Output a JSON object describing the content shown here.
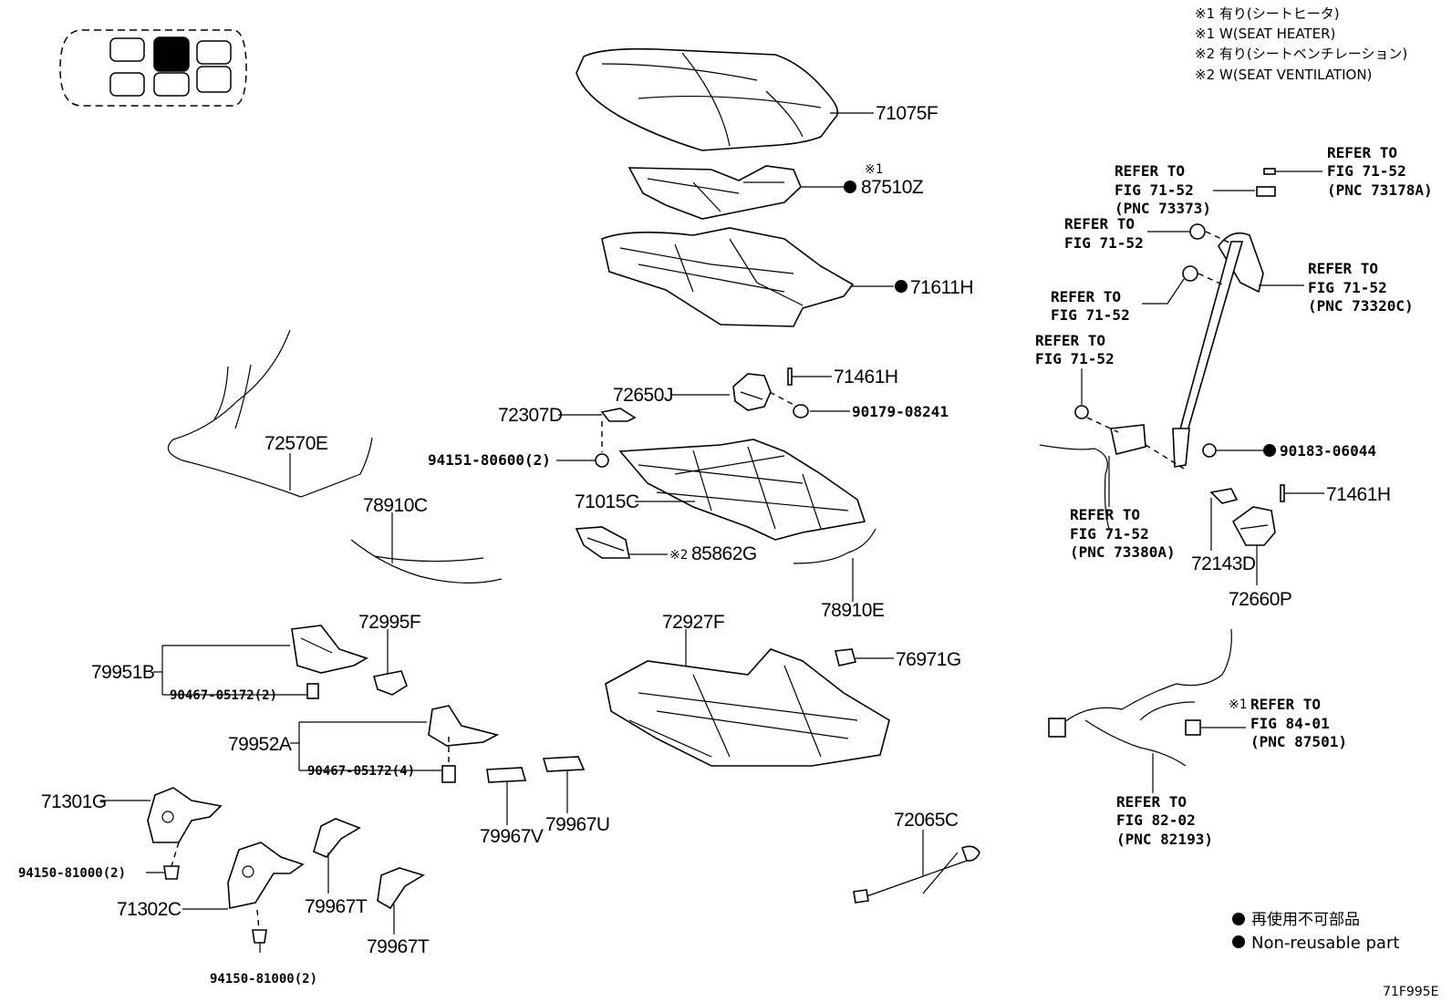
{
  "notes": [
    "※1 有り(シートヒータ)",
    "※1 W(SEAT HEATER)",
    "※2 有り(シートベンチレーション)",
    "※2 W(SEAT VENTILATION)"
  ],
  "legend": {
    "ja": "再使用不可部品",
    "en": "Non-reusable part"
  },
  "figure_code": "71F995E",
  "labels": {
    "p71075F": "71075F",
    "note1_87510Z": "※1",
    "p87510Z": "87510Z",
    "p71611H": "71611H",
    "p71461H_a": "71461H",
    "p90179": "90179-08241",
    "p72650J": "72650J",
    "p72307D": "72307D",
    "p94151": "94151-80600(2)",
    "p71015C": "71015C",
    "p85862G_note": "※2",
    "p85862G": "85862G",
    "p72570E": "72570E",
    "p78910C": "78910C",
    "p78910E": "78910E",
    "p72995F": "72995F",
    "p72927F": "72927F",
    "p76971G": "76971G",
    "p79951B": "79951B",
    "p90467_2": "90467-05172(2)",
    "p79952A": "79952A",
    "p90467_4": "90467-05172(4)",
    "p79967V": "79967V",
    "p79967U": "79967U",
    "p71301G": "71301G",
    "p94150_a": "94150-81000(2)",
    "p71302C": "71302C",
    "p79967T_a": "79967T",
    "p79967T_b": "79967T",
    "p94150_b": "94150-81000(2)",
    "p72065C": "72065C",
    "p90183": "90183-06044",
    "p71461H_b": "71461H",
    "p72143D": "72143D",
    "p72660P": "72660P"
  },
  "refer": {
    "r1": [
      "REFER TO",
      "FIG 71-52",
      "(PNC 73178A)"
    ],
    "r2": [
      "REFER TO",
      "FIG 71-52",
      "(PNC 73373)"
    ],
    "r3": [
      "REFER TO",
      "FIG 71-52"
    ],
    "r4": [
      "REFER TO",
      "FIG 71-52",
      "(PNC 73320C)"
    ],
    "r5": [
      "REFER TO",
      "FIG 71-52"
    ],
    "r6": [
      "REFER TO",
      "FIG 71-52"
    ],
    "r7": [
      "REFER TO",
      "FIG 71-52",
      "(PNC 73380A)"
    ],
    "r8_note": "※1",
    "r8": [
      "REFER TO",
      "FIG 84-01",
      "(PNC 87501)"
    ],
    "r9": [
      "REFER TO",
      "FIG 82-02",
      "(PNC 82193)"
    ]
  }
}
